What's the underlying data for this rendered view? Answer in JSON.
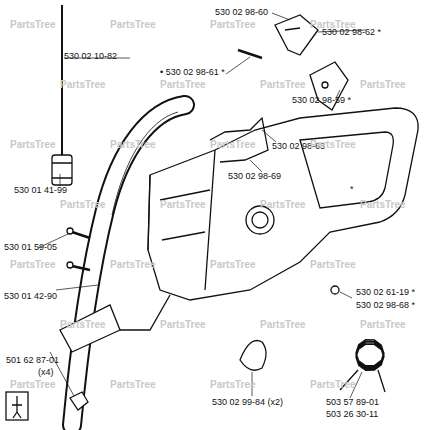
{
  "diagram": {
    "labels": [
      "530 02 98-60",
      "530 02 98-62 *",
      "530 02 10-82",
      "• 530 02 98-61 *",
      "530 02 98-59 *",
      "530 02 98-63",
      "530 01 41-99",
      "530 02 98-69",
      "530 01 59-05",
      "530 01 42-90",
      "530 02 61-19 *",
      "530 02 98-68 *",
      "530 02 99-84 (x2)",
      "501 62 87-01",
      "(x4)",
      "503 57 89-01",
      "503 26 30-11",
      "*",
      "PartsTree",
      "PartsTree",
      "PartsTree",
      "PartsTree",
      "PartsTree",
      "PartsTree",
      "PartsTree",
      "PartsTree",
      "PartsTree",
      "PartsTree",
      "PartsTree",
      "PartsTree",
      "PartsTree",
      "PartsTree",
      "PartsTree",
      "PartsTree",
      "PartsTree",
      "PartsTree",
      "PartsTree",
      "PartsTree",
      "PartsTree",
      "PartsTree",
      "PartsTree",
      "PartsTree",
      "PartsTree",
      "PartsTree",
      "PartsTree",
      "PartsTree"
    ]
  }
}
